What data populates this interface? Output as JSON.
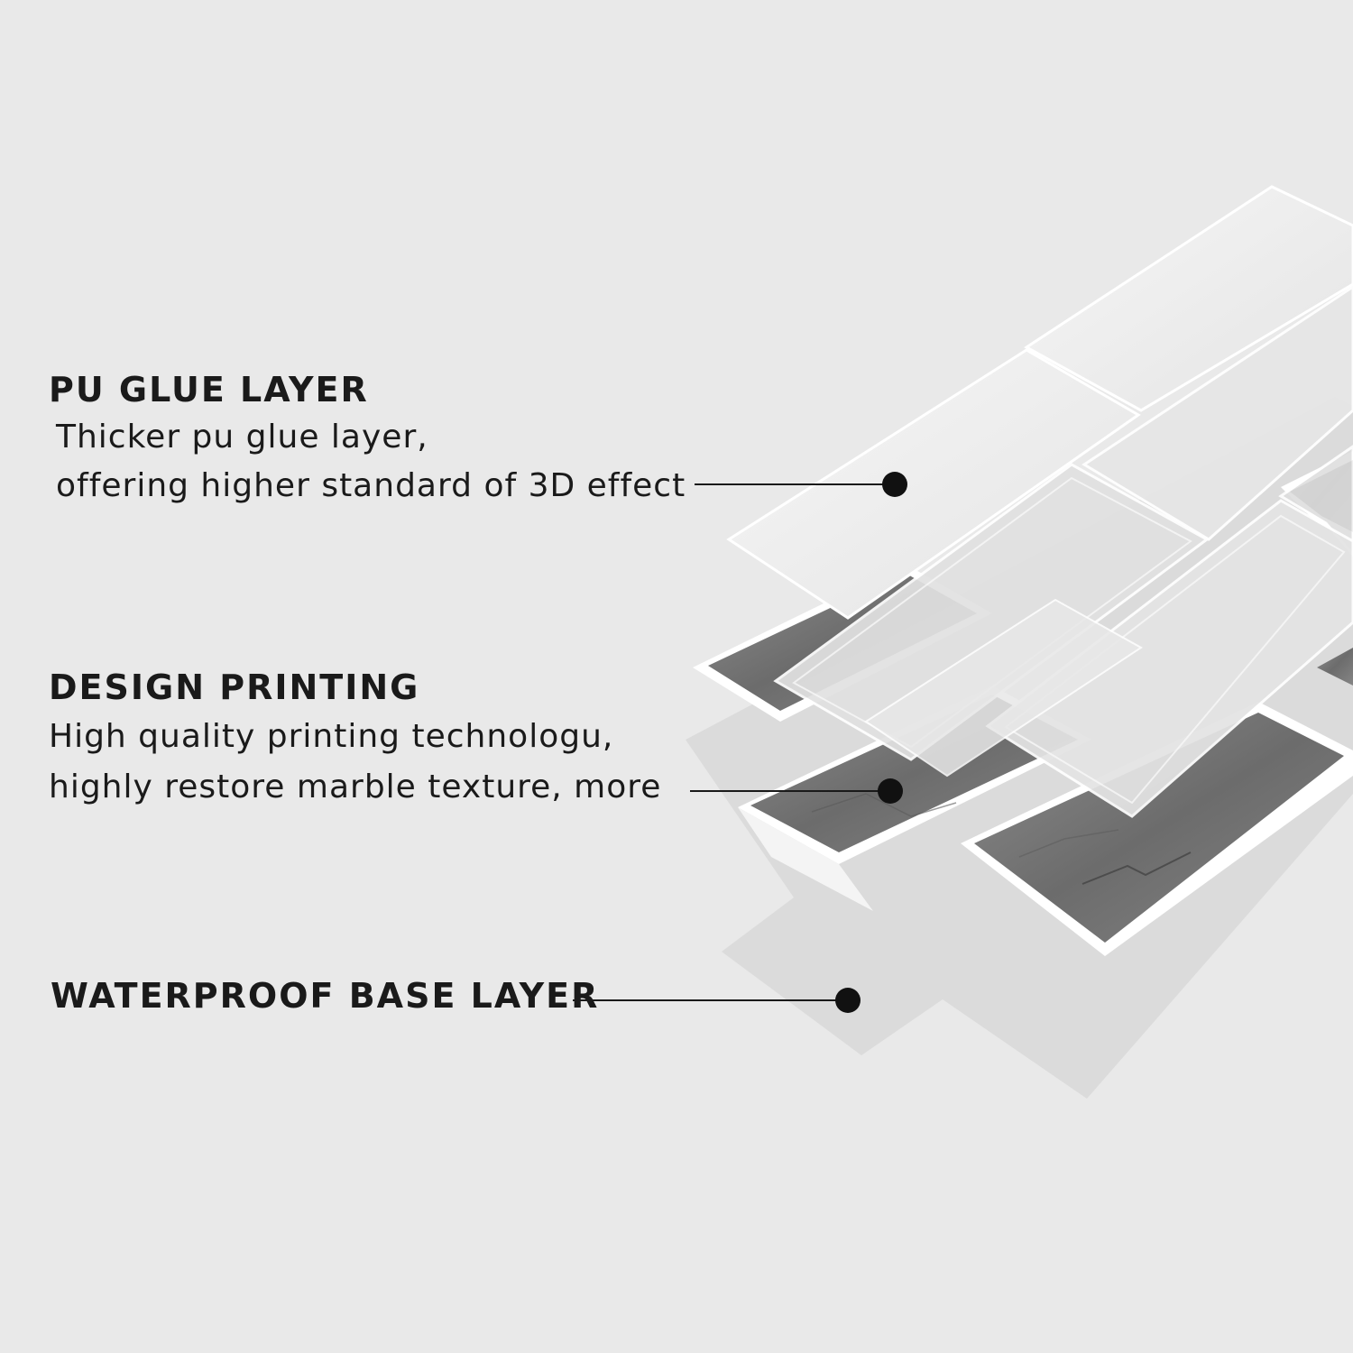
{
  "layers": [
    {
      "id": "pu_glue",
      "title": "PU GLUE LAYER",
      "description": [
        "Thicker pu glue layer,",
        "offering higher standard of 3D effect"
      ]
    },
    {
      "id": "design_printing",
      "title": "DESIGN PRINTING",
      "description": [
        "High quality printing technologu,",
        "highly restore marble texture, more"
      ]
    },
    {
      "id": "base",
      "title": "WATERPROOF BASE LAYER",
      "description": []
    }
  ],
  "colors": {
    "background": "#e9e9e9",
    "text": "#1a1a1a",
    "leader": "#1a1a1a",
    "glue_layer": "#f1f1f1",
    "marble": "#7a7a7a",
    "base_layer": "#d9d9d9"
  }
}
